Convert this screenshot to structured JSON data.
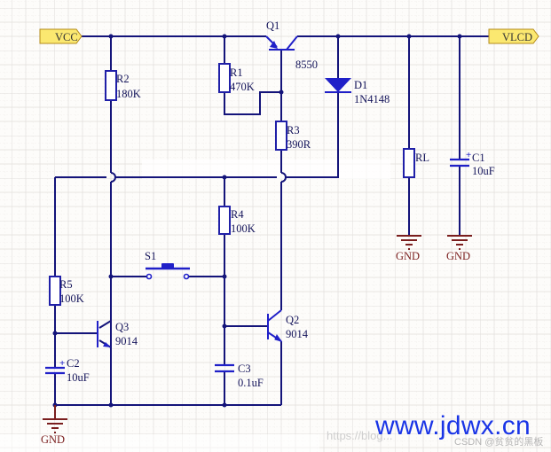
{
  "ports": {
    "vcc": "VCC",
    "vlcd": "VLCD"
  },
  "components": {
    "q1": {
      "ref": "Q1",
      "value": "8550",
      "type": "PNP transistor"
    },
    "q2": {
      "ref": "Q2",
      "value": "9014",
      "type": "NPN transistor"
    },
    "q3": {
      "ref": "Q3",
      "value": "9014",
      "type": "NPN transistor"
    },
    "r1": {
      "ref": "R1",
      "value": "470K"
    },
    "r2": {
      "ref": "R2",
      "value": "180K"
    },
    "r3": {
      "ref": "R3",
      "value": "390R"
    },
    "r4": {
      "ref": "R4",
      "value": "100K"
    },
    "r5": {
      "ref": "R5",
      "value": "100K"
    },
    "rl": {
      "ref": "RL",
      "value": ""
    },
    "d1": {
      "ref": "D1",
      "value": "1N4148"
    },
    "c1": {
      "ref": "C1",
      "value": "10uF",
      "polarity": "+"
    },
    "c2": {
      "ref": "C2",
      "value": "10uF",
      "polarity": "+"
    },
    "c3": {
      "ref": "C3",
      "value": "0.1uF"
    },
    "s1": {
      "ref": "S1",
      "value": ""
    }
  },
  "grounds": [
    "GND",
    "GND",
    "GND"
  ],
  "watermarks": {
    "site": "www.jdwx.cn",
    "url": "https://blog...",
    "csdn": "CSDN @贫贫的黑板"
  },
  "colors": {
    "wire": "#14147a",
    "component": "#2020c8",
    "port_fill": "#fbe870",
    "ground": "#7a1e1e",
    "grid": "#dcdcdc",
    "background": "#fdfcfa",
    "watermark": "#1a35e6"
  }
}
